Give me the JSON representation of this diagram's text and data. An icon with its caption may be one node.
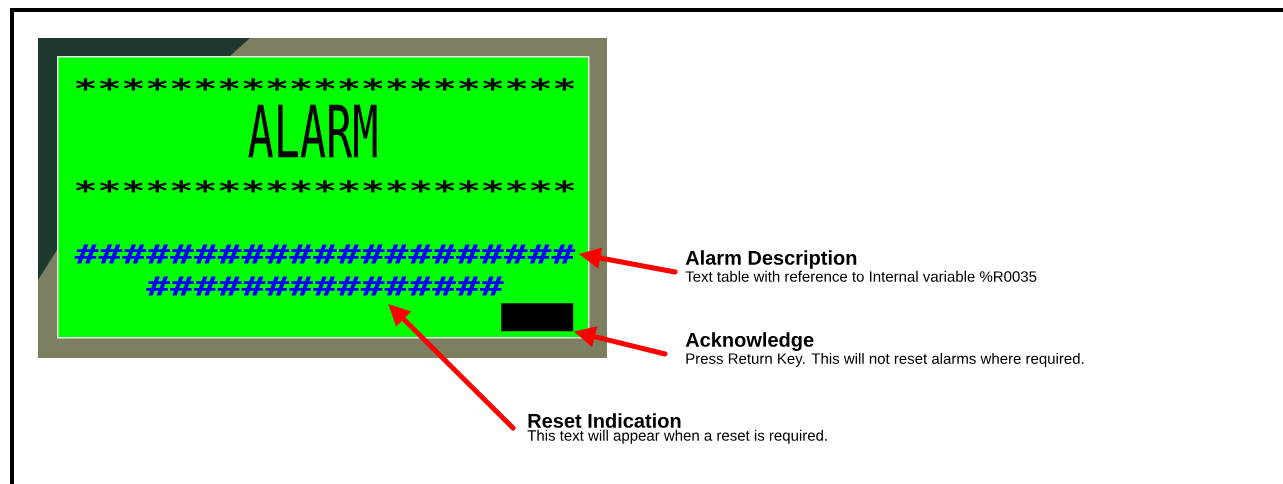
{
  "diagram": {
    "nodes": [
      {
        "text": [
          "*********************",
          "ALARM",
          "*********************"
        ]
      },
      {
        "text": [
          "#####################"
        ],
        "in": 0
      },
      {
        "text": [
          "###############"
        ],
        "in": 0
      },
      {
        "text": [],
        "shape": "box",
        "in": 0
      },
      {
        "text": [
          "Alarm Description",
          "Text table with reference to Internal variable %R0035"
        ]
      },
      {
        "text": [
          "Acknowledge",
          "Press Return Key. This will not reset alarms where required."
        ]
      },
      {
        "text": [
          "Reset Indication",
          "This text will appear when a reset is required."
        ]
      }
    ],
    "edges": [
      {
        "from": 4,
        "to": 1,
        "arrow": "to"
      },
      {
        "from": 5,
        "to": 3,
        "arrow": "to"
      },
      {
        "from": 6,
        "to": 2,
        "arrow": "to"
      }
    ]
  }
}
